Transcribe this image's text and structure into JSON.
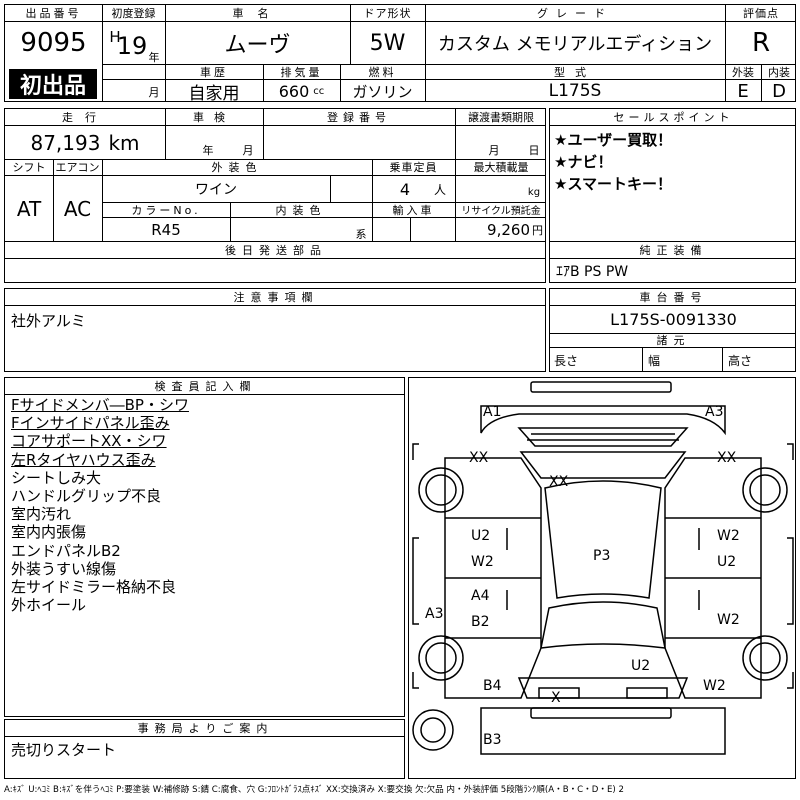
{
  "top": {
    "lot_header": "出品番号",
    "lot_number": "9095",
    "first_badge": "初出品",
    "first_reg_header": "初度登録",
    "era": "H",
    "year_num": "19",
    "year_unit": "年",
    "month_unit": "月",
    "car_name_header": "車名",
    "car_name": "ムーヴ",
    "door_header": "ドア形状",
    "door": "5W",
    "grade_header": "グレード",
    "grade": "カスタム メモリアルエディション",
    "score_header": "評価点",
    "score": "R",
    "history_header": "車歴",
    "history": "自家用",
    "displacement_header": "排気量",
    "displacement": "660",
    "displacement_unit": "cc",
    "fuel_header": "燃料",
    "fuel": "ガソリン",
    "model_header": "型式",
    "model": "L175S",
    "exterior_header": "外装",
    "exterior_grade": "E",
    "interior_header": "内装",
    "interior_grade": "D"
  },
  "row2": {
    "mileage_header": "走行",
    "mileage": "87,193",
    "mileage_unit": "km",
    "inspection_header": "車検",
    "year_unit": "年",
    "month_unit": "月",
    "regno_header": "登録番号",
    "doc_header": "譲渡書類期限",
    "doc_month": "月",
    "doc_day": "日",
    "shift_header": "シフト",
    "shift": "AT",
    "ac_header": "エアコン",
    "ac": "AC",
    "ext_color_header": "外装色",
    "ext_color": "ワイン",
    "capacity_header": "乗車定員",
    "capacity": "4",
    "capacity_unit": "人",
    "load_header": "最大積載量",
    "load_unit": "kg",
    "color_no_header": "カラーNo.",
    "color_no": "R45",
    "int_color_header": "内装色",
    "int_color_unit": "系",
    "import_header": "輸入車",
    "recycle_header": "リサイクル預託金",
    "recycle": "9,260",
    "recycle_unit": "円",
    "sales_header": "セールスポイント",
    "sales_points": [
      "★ユーザー買取！",
      "★ナビ！",
      "★スマートキー！"
    ],
    "later_header": "後日発送部品",
    "equip_header": "純正装備",
    "equip": "ｴｱB PS PW"
  },
  "notes": {
    "header": "注意事項欄",
    "text": "社外アルミ",
    "chassis_header": "車台番号",
    "chassis": "L175S-0091330",
    "specs_header": "諸元",
    "length": "長さ",
    "width": "幅",
    "height": "高さ"
  },
  "inspector": {
    "header": "検査員記入欄",
    "items": [
      "Fサイドメンバ―BP・シワ",
      "Fインサイドパネル歪み",
      "コアサポートXX・シワ",
      "左Rタイヤハウス歪み",
      "シートしみ大",
      "ハンドルグリップ不良",
      "室内汚れ",
      "室内内張傷",
      "エンドパネルB2",
      "外装うすい線傷",
      "左サイドミラー格納不良",
      "外ホイール"
    ],
    "underlined_count": 4
  },
  "office": {
    "header": "事務局よりご案内",
    "text": "売切りスタート"
  },
  "diagram": {
    "marks": [
      {
        "id": "a1-top-left",
        "text": "A1"
      },
      {
        "id": "a3-top-right",
        "text": "A3"
      },
      {
        "id": "xx-left-front",
        "text": "XX"
      },
      {
        "id": "xx-hood",
        "text": "XX"
      },
      {
        "id": "xx-right-front",
        "text": "XX"
      },
      {
        "id": "u2-left-door",
        "text": "U2"
      },
      {
        "id": "w2-left-door",
        "text": "W2"
      },
      {
        "id": "w2-right-door",
        "text": "W2"
      },
      {
        "id": "u2-right-door",
        "text": "U2"
      },
      {
        "id": "p3-roof",
        "text": "P3"
      },
      {
        "id": "a4-left-rear-door",
        "text": "A4"
      },
      {
        "id": "b2-left-rear-door",
        "text": "B2"
      },
      {
        "id": "a3-left-side",
        "text": "A3"
      },
      {
        "id": "w2-right-rear-door",
        "text": "W2"
      },
      {
        "id": "u2-rear",
        "text": "U2"
      },
      {
        "id": "b4-rear-left",
        "text": "B4"
      },
      {
        "id": "w2-rear-right",
        "text": "W2"
      },
      {
        "id": "x-rear-center",
        "text": "X"
      },
      {
        "id": "b3-bottom",
        "text": "B3"
      }
    ]
  },
  "legend": "A:ｷｽﾞ U:ﾍｺﾐ B:ｷｽﾞを伴うﾍｺﾐ P:要塗装 W:補修跡 S:錆 C:腐食、穴 G:ﾌﾛﾝﾄｶﾞﾗｽ点ｷｽﾞ XX:交換済み X:要交換 欠:欠品 内・外装評価 5段階ﾗﾝｸ順(A・B・C・D・E) 2"
}
